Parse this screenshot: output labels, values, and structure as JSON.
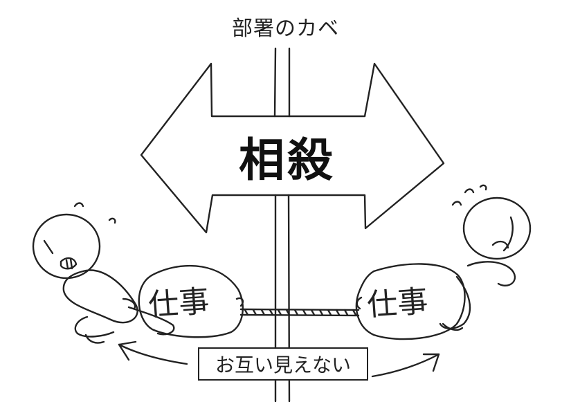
{
  "title": "部署のカベ",
  "arrow_label": "相殺",
  "left_bag_label": "仕事",
  "right_bag_label": "仕事",
  "caption": "お互い見えない",
  "colors": {
    "ink": "#222222",
    "background": "#ffffff"
  },
  "icons": [
    "wall-post-icon",
    "double-arrow-sign-icon",
    "stick-figure-icon",
    "sack-icon",
    "rope-icon",
    "curved-arrow-icon"
  ]
}
